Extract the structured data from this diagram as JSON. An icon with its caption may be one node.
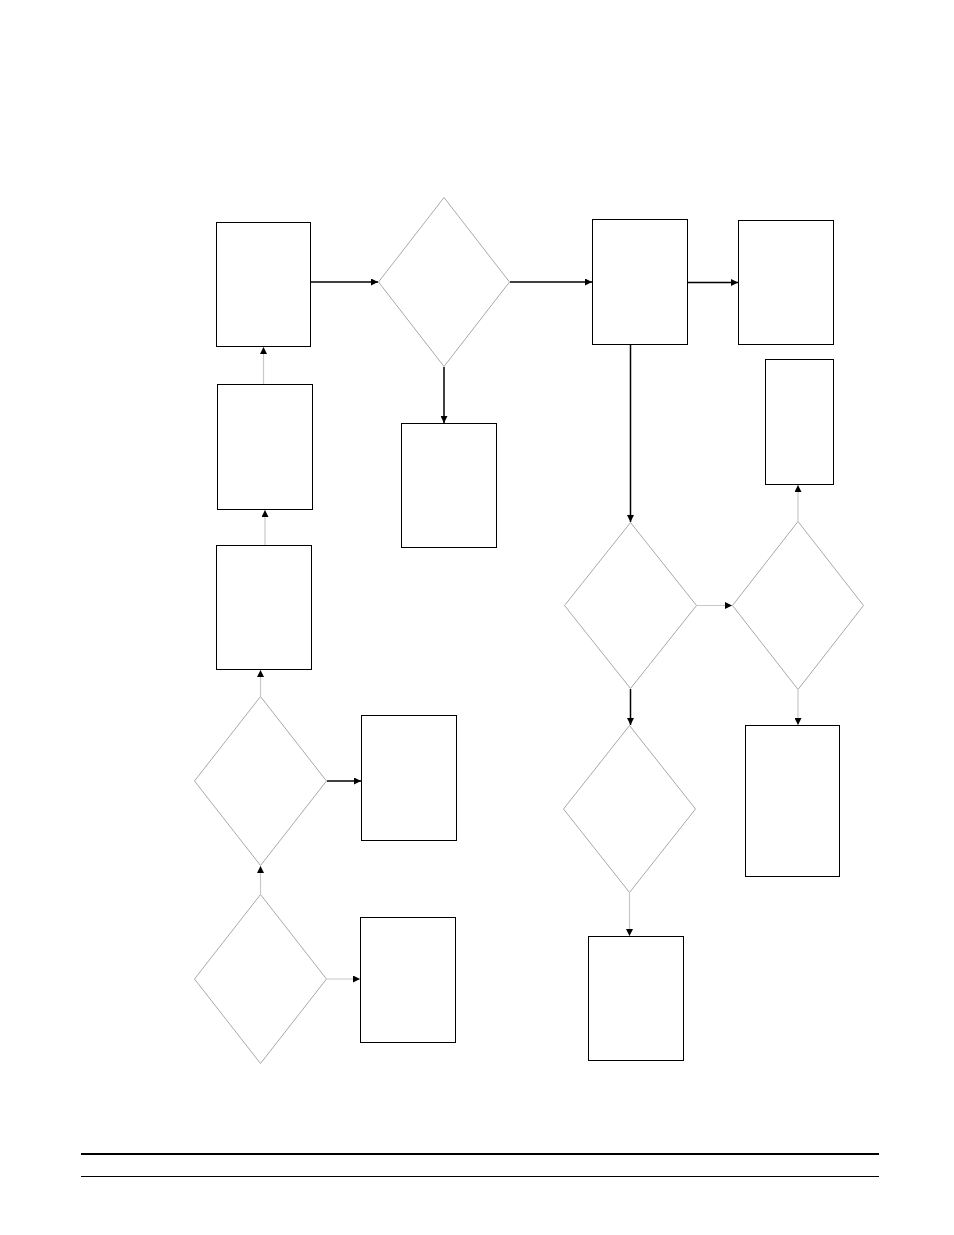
{
  "diagram": {
    "nodes": [
      {
        "text": [],
        "shape": "box"
      },
      {
        "text": [],
        "shape": "diamond"
      },
      {
        "text": [],
        "shape": "box"
      },
      {
        "text": [],
        "shape": "box"
      },
      {
        "text": [],
        "shape": "box"
      },
      {
        "text": [],
        "shape": "box"
      },
      {
        "text": [],
        "shape": "box"
      },
      {
        "text": [],
        "shape": "diamond"
      },
      {
        "text": [],
        "shape": "diamond"
      },
      {
        "text": [],
        "shape": "box"
      },
      {
        "text": [],
        "shape": "diamond"
      },
      {
        "text": [],
        "shape": "box"
      },
      {
        "text": [],
        "shape": "diamond"
      },
      {
        "text": [],
        "shape": "box"
      },
      {
        "text": [],
        "shape": "diamond"
      },
      {
        "text": [],
        "shape": "box"
      },
      {
        "text": [],
        "shape": "box"
      }
    ],
    "edges": [
      {
        "from": 0,
        "to": 1,
        "arrow": "to",
        "color": "#000000"
      },
      {
        "from": 1,
        "to": 2,
        "arrow": "to",
        "color": "#000000"
      },
      {
        "from": 2,
        "to": 3,
        "arrow": "to",
        "color": "#000000"
      },
      {
        "from": 1,
        "to": 6,
        "arrow": "to",
        "color": "#000000"
      },
      {
        "from": 2,
        "to": 7,
        "arrow": "to",
        "color": "#000000"
      },
      {
        "from": 7,
        "to": 8,
        "arrow": "to"
      },
      {
        "from": 8,
        "to": 4,
        "arrow": "to"
      },
      {
        "from": 8,
        "to": 13,
        "arrow": "to"
      },
      {
        "from": 7,
        "to": 12,
        "arrow": "to",
        "color": "#000000"
      },
      {
        "from": 12,
        "to": 16,
        "arrow": "to"
      },
      {
        "from": 10,
        "to": 11,
        "arrow": "to",
        "color": "#000000"
      },
      {
        "from": 14,
        "to": 15,
        "arrow": "to"
      },
      {
        "from": 14,
        "to": 10,
        "arrow": "to"
      },
      {
        "from": 10,
        "to": 9,
        "arrow": "to"
      },
      {
        "from": 9,
        "to": 5,
        "arrow": "to"
      },
      {
        "from": 5,
        "to": 0,
        "arrow": "to"
      }
    ]
  }
}
